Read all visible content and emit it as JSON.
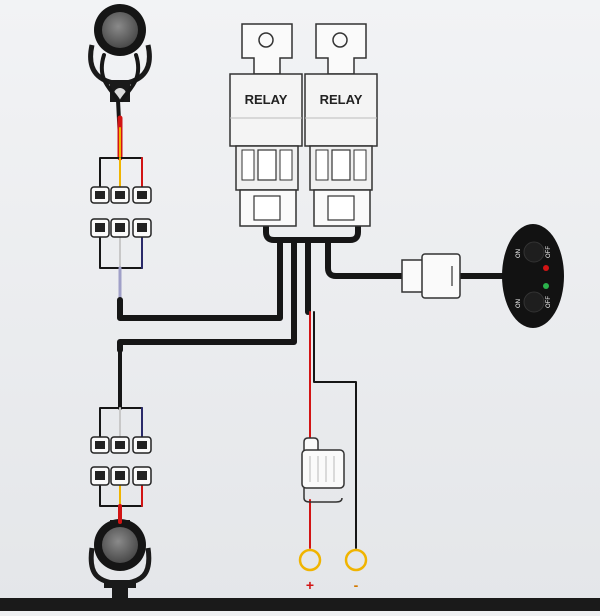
{
  "relays": [
    {
      "label": "RELAY"
    },
    {
      "label": "RELAY"
    }
  ],
  "switch": {
    "top_on": "ON",
    "top_off": "OFF",
    "bottom_on": "ON",
    "bottom_off": "OFF"
  },
  "battery": {
    "positive": "+",
    "negative": "-"
  },
  "colors": {
    "background": "#eef0f2",
    "wire_black": "#161616",
    "wire_red": "#d21414",
    "wire_yellow": "#f0b400",
    "wire_white": "#c8c8c8",
    "wire_blue": "#2a2a6a",
    "terminal_ring": "#f0b400",
    "positive_text": "#d21414",
    "negative_text": "#d27800"
  }
}
